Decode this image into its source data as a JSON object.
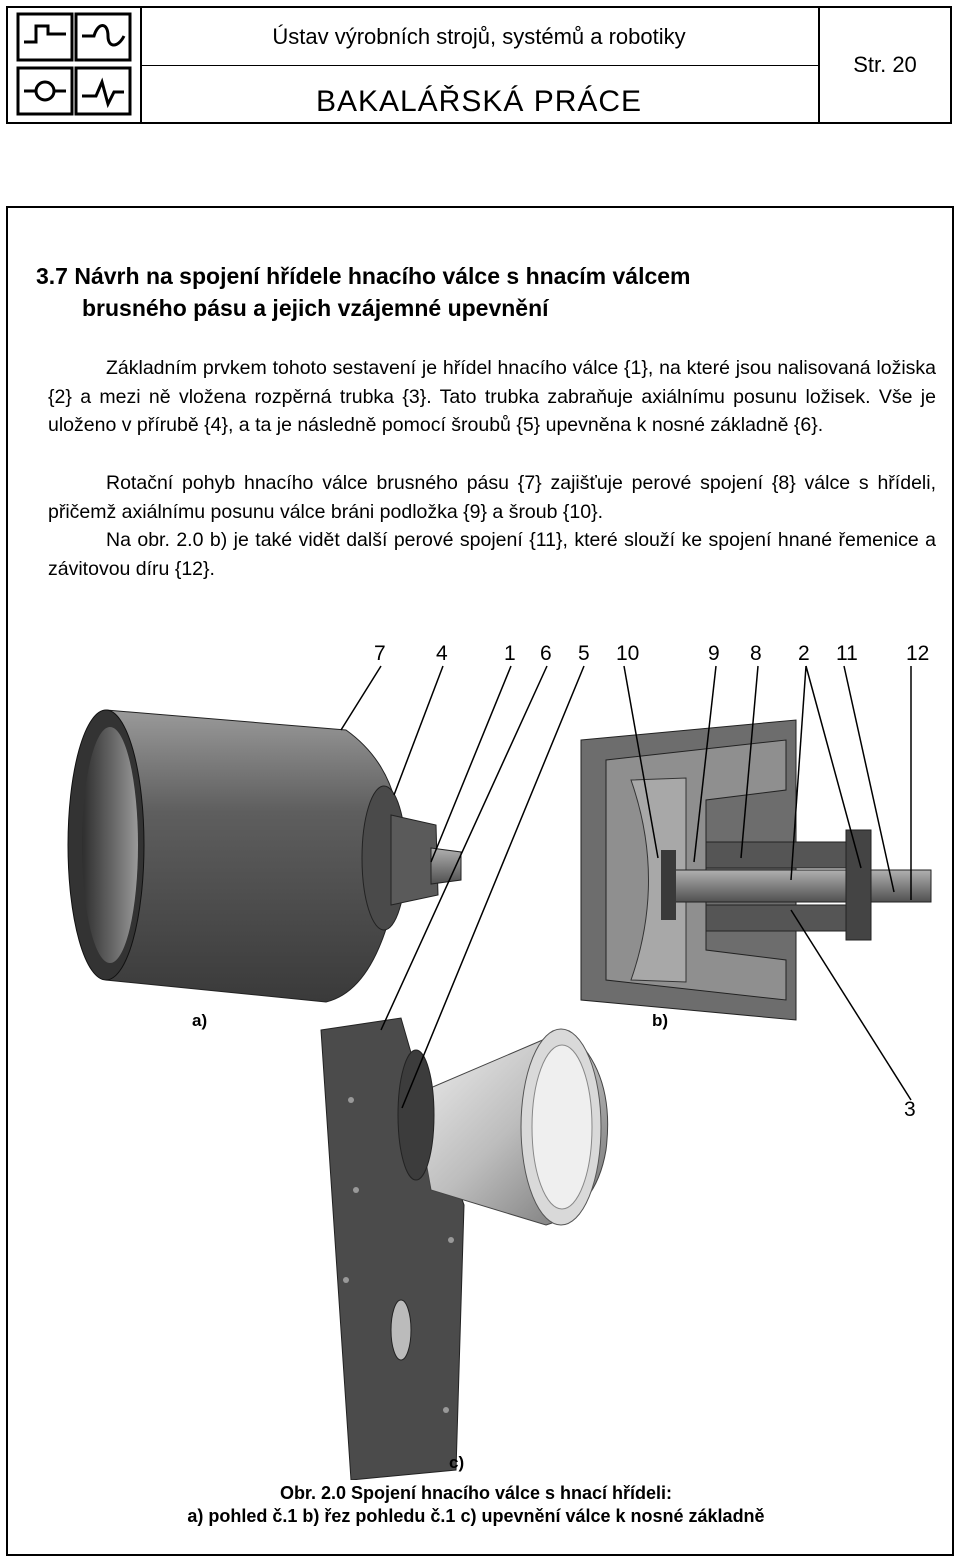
{
  "header": {
    "institute": "Ústav výrobních strojů, systémů a robotiky",
    "doc_type": "BAKALÁŘSKÁ  PRÁCE",
    "page": "Str.  20"
  },
  "section": {
    "title_line1": "3.7 Návrh na spojení hřídele hnacího válce s hnacím válcem",
    "title_line2": "brusného pásu a jejich vzájemné upevnění"
  },
  "body": {
    "p1": "Základním prvkem tohoto sestavení je hřídel hnacího válce {1}, na které jsou nalisovaná ložiska {2} a mezi ně vložena rozpěrná trubka {3}. Tato trubka zabraňuje axiálnímu posunu ložisek. Vše je uloženo v přírubě {4}, a ta je následně pomocí šroubů {5} upevněna k nosné základně {6}.",
    "p2": "Rotační pohyb hnacího válce brusného pásu {7} zajišťuje perové spojení {8} válce s hřídeli, přičemž axiálnímu posunu válce bráni podložka {9} a šroub {10}.",
    "p3": "Na obr. 2.0 b) je také vidět další perové spojení {11}, které slouží ke spojení hnané řemenice a závitovou díru {12}."
  },
  "figure": {
    "callouts": [
      "7",
      "4",
      "1",
      "6",
      "5",
      "10",
      "9",
      "8",
      "2",
      "11",
      "12",
      "3"
    ],
    "label_a": "a)",
    "label_b": "b)",
    "label_c": "c)",
    "caption_line1": "Obr. 2.0 Spojení hnacího válce s hnací hřídeli:",
    "caption_line2": "a) pohled č.1   b) řez pohledu č.1  c) upevnění válce k nosné základně"
  }
}
